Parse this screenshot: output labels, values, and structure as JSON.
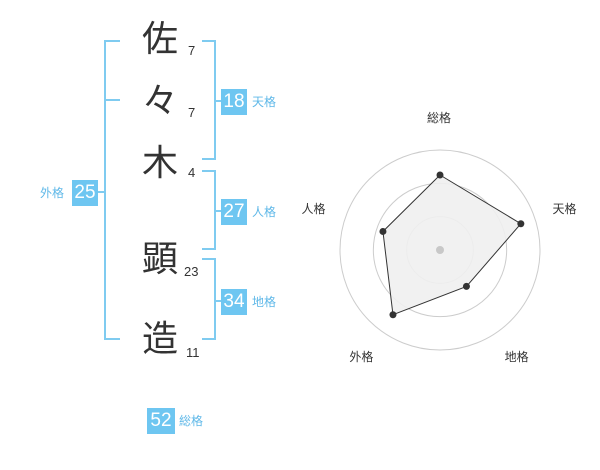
{
  "name": {
    "characters": [
      {
        "char": "佐",
        "strokes": "7"
      },
      {
        "char": "々",
        "strokes": "7"
      },
      {
        "char": "木",
        "strokes": "4"
      },
      {
        "char": "顕",
        "strokes": "23"
      },
      {
        "char": "造",
        "strokes": "11"
      }
    ]
  },
  "scores": {
    "tenkaku": {
      "value": "18",
      "label": "天格"
    },
    "jinkaku": {
      "value": "27",
      "label": "人格"
    },
    "chikaku": {
      "value": "34",
      "label": "地格"
    },
    "gaikaku": {
      "value": "25",
      "label": "外格"
    },
    "soukaku": {
      "value": "52",
      "label": "総格"
    }
  },
  "radar": {
    "axes": [
      "総格",
      "天格",
      "地格",
      "外格",
      "人格"
    ],
    "levels": 3,
    "values": [
      0.75,
      0.85,
      0.45,
      0.8,
      0.6
    ],
    "fill_color": "#f0f0f0",
    "line_color": "#333333",
    "grid_color": "#cccccc"
  },
  "colors": {
    "accent": "#6ec6f1",
    "bracket": "#7fcbf0"
  }
}
